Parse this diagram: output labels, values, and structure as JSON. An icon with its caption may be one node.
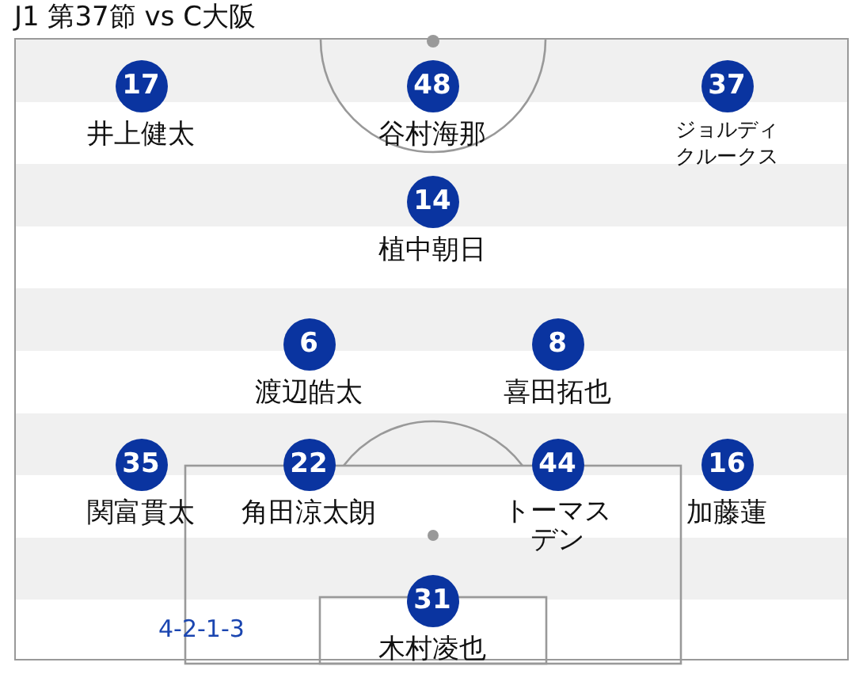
{
  "diagram": {
    "title": "J1 第37節 vs C大阪",
    "nodes": [
      {
        "text": [
          "17"
        ],
        "beside": [
          "井上健太"
        ]
      },
      {
        "text": [
          "48"
        ],
        "beside": [
          "谷村海那"
        ]
      },
      {
        "text": [
          "37"
        ],
        "beside": [
          "ジョルディクルークス"
        ]
      },
      {
        "text": [
          "14"
        ],
        "beside": [
          "植中朝日"
        ]
      },
      {
        "text": [
          "6"
        ],
        "beside": [
          "渡辺皓太"
        ]
      },
      {
        "text": [
          "8"
        ],
        "beside": [
          "喜田拓也"
        ]
      },
      {
        "text": [
          "35"
        ],
        "beside": [
          "関富貫太"
        ]
      },
      {
        "text": [
          "22"
        ],
        "beside": [
          "角田涼太朗"
        ]
      },
      {
        "text": [
          "44"
        ],
        "beside": [
          "トーマスデン"
        ]
      },
      {
        "text": [
          "16"
        ],
        "beside": [
          "加藤蓮"
        ]
      },
      {
        "text": [
          "31"
        ],
        "beside": [
          "木村凌也"
        ]
      }
    ],
    "labels": [
      "4-2-1-3"
    ]
  }
}
